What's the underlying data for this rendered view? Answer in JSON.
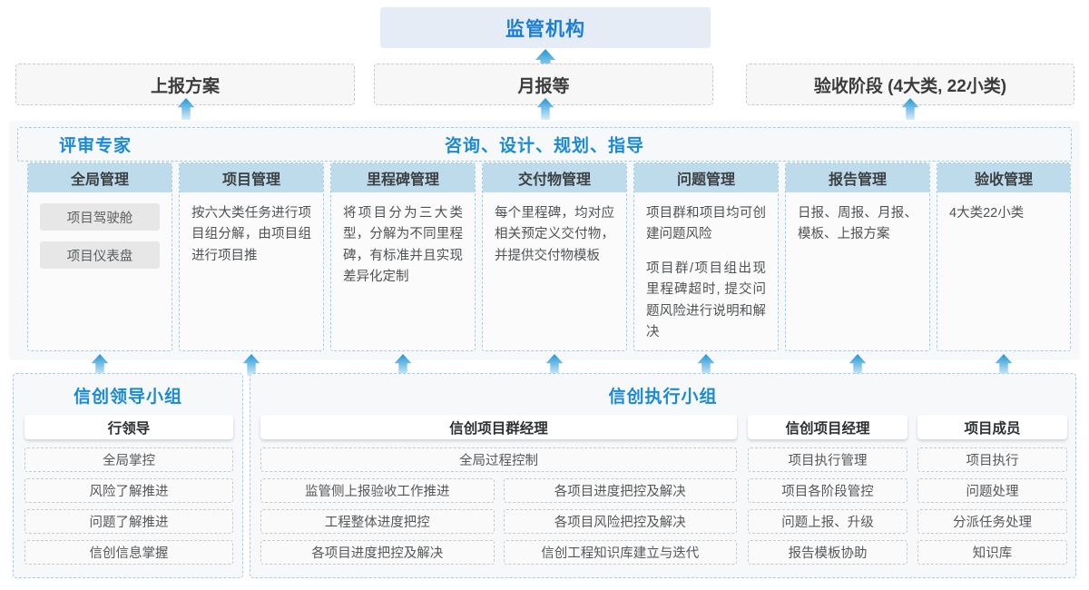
{
  "top": {
    "regulator": "监管机构",
    "submissions": [
      "上报方案",
      "月报等",
      "验收阶段 (4大类, 22小类)"
    ]
  },
  "expert_band": {
    "left_label": "评审专家",
    "center_label": "咨询、设计、规划、指导",
    "columns": [
      {
        "title": "全局管理",
        "type": "pills",
        "pills": [
          "项目驾驶舱",
          "项目仪表盘"
        ],
        "paragraphs": []
      },
      {
        "title": "项目管理",
        "type": "text",
        "pills": [],
        "paragraphs": [
          "按六大类任务进行项目组分解，由项目组进行项目推"
        ]
      },
      {
        "title": "里程碑管理",
        "type": "text",
        "pills": [],
        "paragraphs": [
          "将项目分为三大类型，分解为不同里程碑，有标准并且实现差异化定制"
        ]
      },
      {
        "title": "交付物管理",
        "type": "text",
        "pills": [],
        "paragraphs": [
          "每个里程碑，均对应相关预定义交付物，并提供交付物模板"
        ]
      },
      {
        "title": "问题管理",
        "type": "text",
        "pills": [],
        "paragraphs": [
          "项目群和项目均可创建问题风险",
          "项目群/项目组出现里程碑超时, 提交问题风险进行说明和解决"
        ]
      },
      {
        "title": "报告管理",
        "type": "text",
        "pills": [],
        "paragraphs": [
          "日报、周报、月报、模板、上报方案"
        ]
      },
      {
        "title": "验收管理",
        "type": "text",
        "pills": [],
        "paragraphs": [
          "4大类22小类"
        ]
      }
    ]
  },
  "bottom": {
    "leader_group": {
      "title": "信创领导小组",
      "role": "行领导",
      "items": [
        "全局掌控",
        "风险了解推进",
        "问题了解推进",
        "信创信息掌握"
      ]
    },
    "exec_group": {
      "title": "信创执行小组",
      "program_manager": {
        "role": "信创项目群经理",
        "full_width_item": "全局过程控制",
        "left_items": [
          "监管侧上报验收工作推进",
          "工程整体进度把控",
          "各项目进度把控及解决"
        ],
        "right_items": [
          "各项目进度把控及解决",
          "各项目风险把控及解决",
          "信创工程知识库建立与迭代"
        ]
      },
      "project_manager": {
        "role": "信创项目经理",
        "items": [
          "项目执行管理",
          "项目各阶段管控",
          "问题上报、升级",
          "报告模板协助"
        ]
      },
      "member": {
        "role": "项目成员",
        "items": [
          "项目执行",
          "问题处理",
          "分派任务处理",
          "知识库"
        ]
      }
    }
  },
  "colors": {
    "accent_blue": "#1a8ad4",
    "header_blue": "#bedbeb",
    "top_box_blue": "#e6ecf6",
    "dashed_gray": "#c9c9c9",
    "dashed_blue": "#9fcdea",
    "arrow_blue": "#2196d6"
  }
}
